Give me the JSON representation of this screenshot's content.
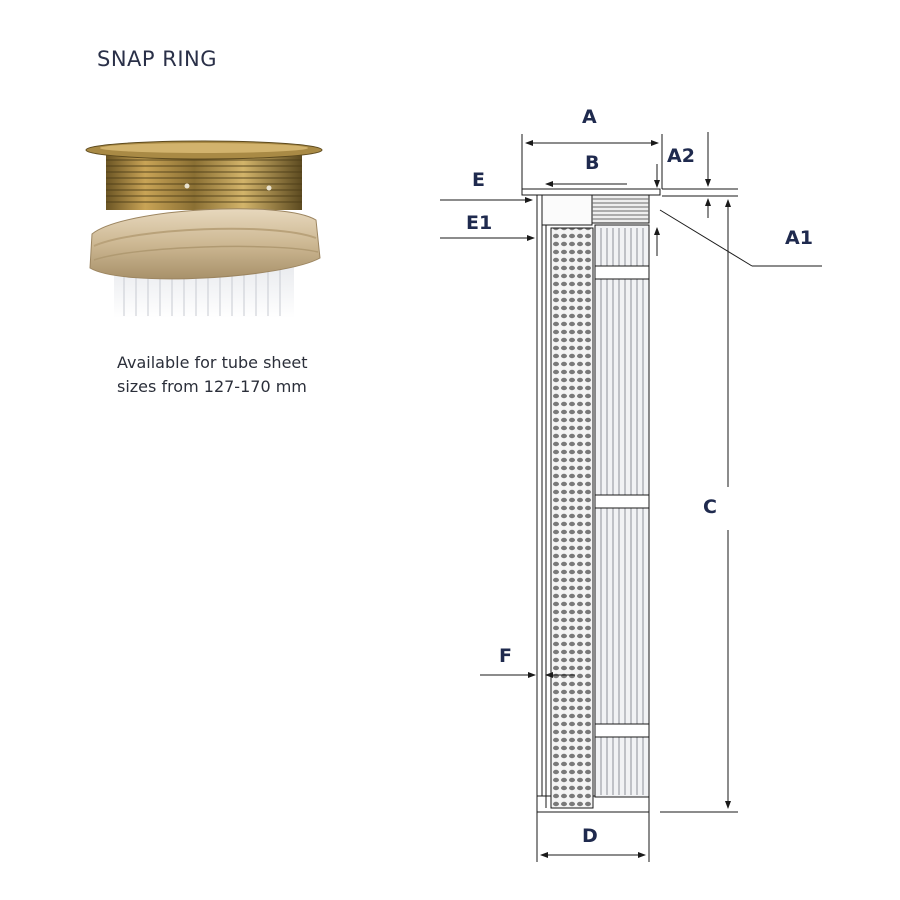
{
  "heading": "SNAP RING",
  "caption": {
    "line1": "Available for tube sheet",
    "line2": "sizes from 127-170 mm"
  },
  "dimension_labels": {
    "A": "A",
    "B": "B",
    "A2": "A2",
    "E": "E",
    "E1": "E1",
    "A1": "A1",
    "C": "C",
    "F": "F",
    "D": "D"
  },
  "colors": {
    "label": "#1f2a4e",
    "line": "#1a1a1a",
    "metal": "#b08a3a",
    "filter_media": "#d8cbb0",
    "pleats": "#e4e6ea"
  }
}
